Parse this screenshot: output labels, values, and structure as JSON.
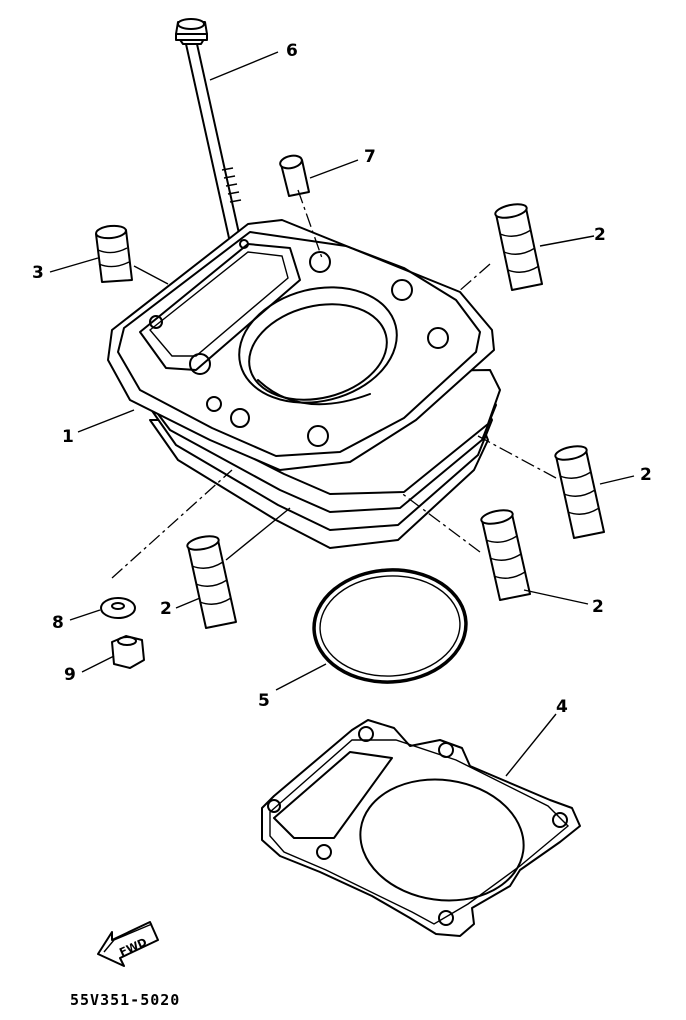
{
  "callouts": {
    "c1": "1",
    "c2a": "2",
    "c2b": "2",
    "c2c": "2",
    "c2d": "2",
    "c3": "3",
    "c4": "4",
    "c5": "5",
    "c6": "6",
    "c7": "7",
    "c8": "8",
    "c9": "9"
  },
  "fwd_label": "FWD",
  "drawing_code": "55V351-5020"
}
